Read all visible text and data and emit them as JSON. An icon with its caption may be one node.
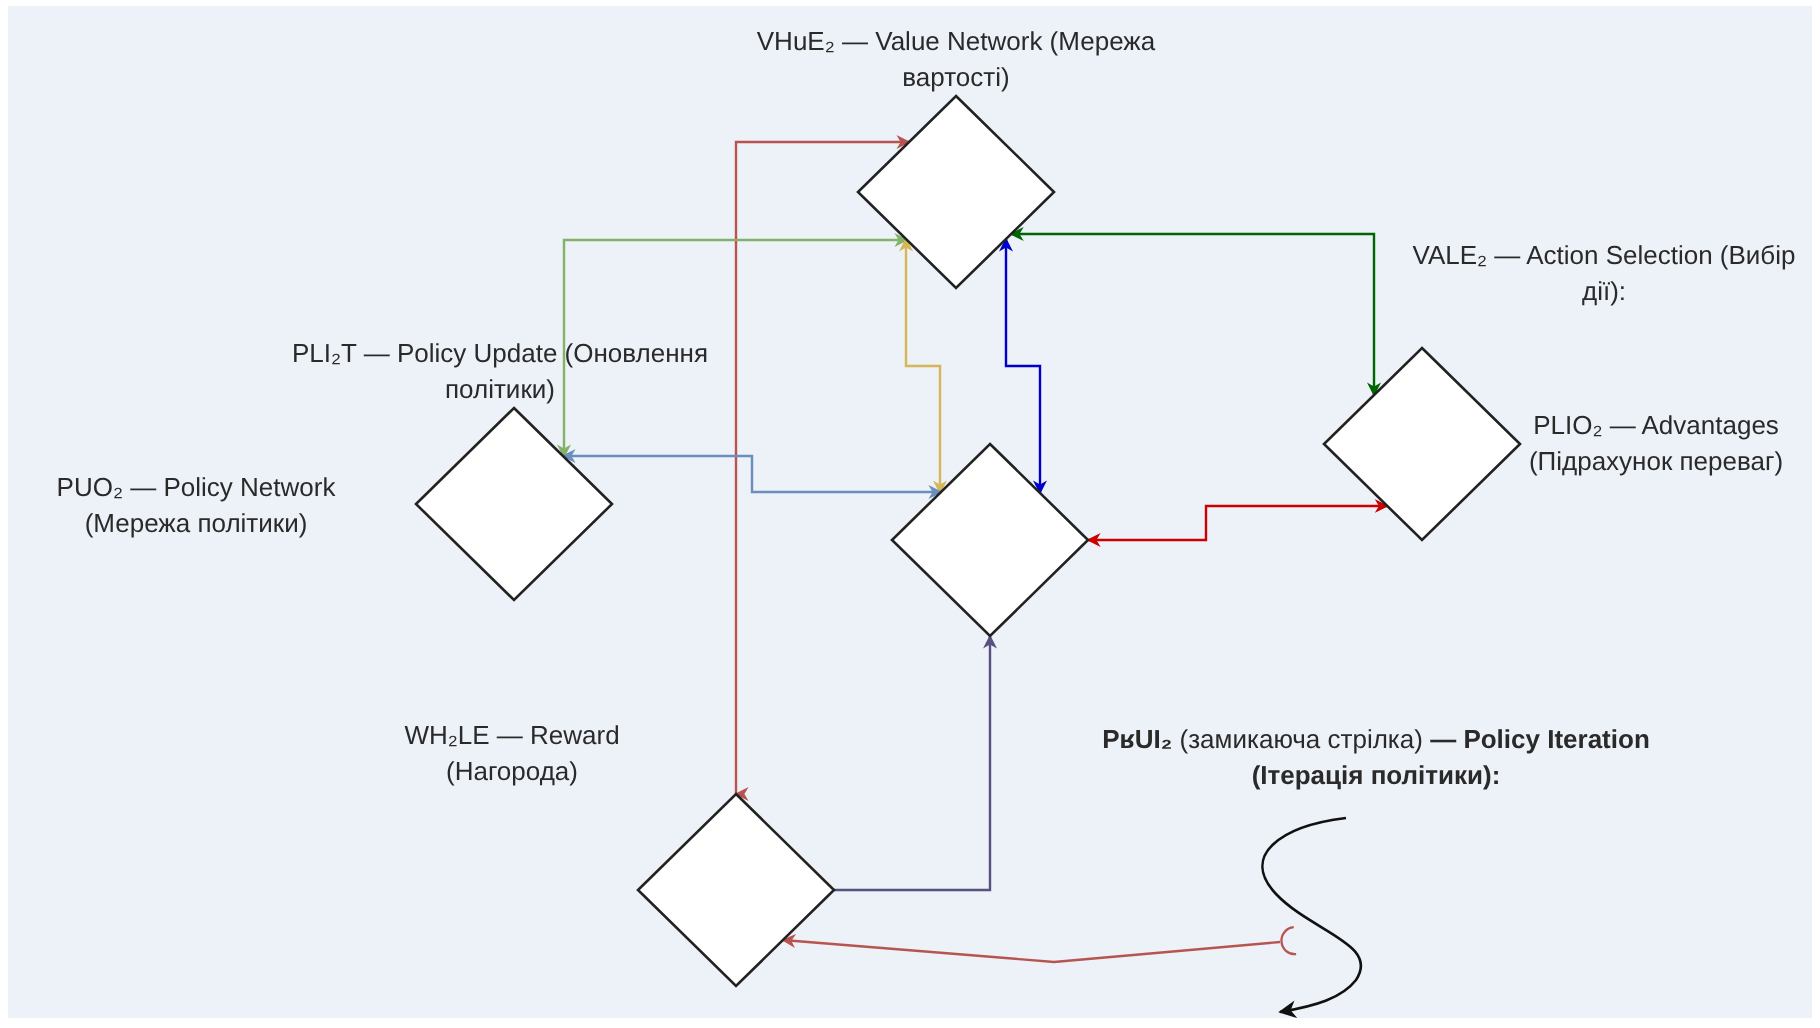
{
  "diagram": {
    "nodes": [
      {
        "text": [],
        "shape": "diamond"
      },
      {
        "text": [],
        "shape": "diamond"
      },
      {
        "text": [],
        "shape": "diamond"
      },
      {
        "text": [],
        "shape": "diamond"
      },
      {
        "text": [],
        "shape": "diamond"
      }
    ],
    "edges": [
      {
        "from": 4,
        "to": 0,
        "arrow": "both",
        "color": "#b85450"
      },
      {
        "from": 0,
        "to": 1,
        "arrow": "both",
        "color": "#82b366"
      },
      {
        "from": 0,
        "to": 2,
        "arrow": "both",
        "color": "#d6b656"
      },
      {
        "from": 0,
        "to": 2,
        "arrow": "both",
        "color": "#0000cc"
      },
      {
        "from": 0,
        "to": 3,
        "arrow": "both",
        "color": "#006600"
      },
      {
        "from": 2,
        "to": 1,
        "arrow": "both",
        "color": "#6c8ebf"
      },
      {
        "from": 2,
        "to": 3,
        "arrow": "both",
        "color": "#cc0000"
      },
      {
        "from": 4,
        "to": 2,
        "arrow": "to",
        "color": "#56517e"
      },
      {
        "from": null,
        "to": 4,
        "arrow": "to",
        "color": "#b85450"
      }
    ],
    "labels": [
      "VHuE₂ — Value Network (Мережа вартості)",
      "VALE₂ — Action Selection (Вибір дії):",
      "PLI₂T — Policy Update (Оновлення політики)",
      "PLIO₂ — Advantages (Підрахунок переваг)",
      "PUO₂ — Policy Network (Мережа політики)",
      "WH₂LE — Reward (Нагорода)",
      "**PʁUI₂** (замикаюча стрілка) **— Policy Iteration (Ітерація політики):**"
    ]
  }
}
